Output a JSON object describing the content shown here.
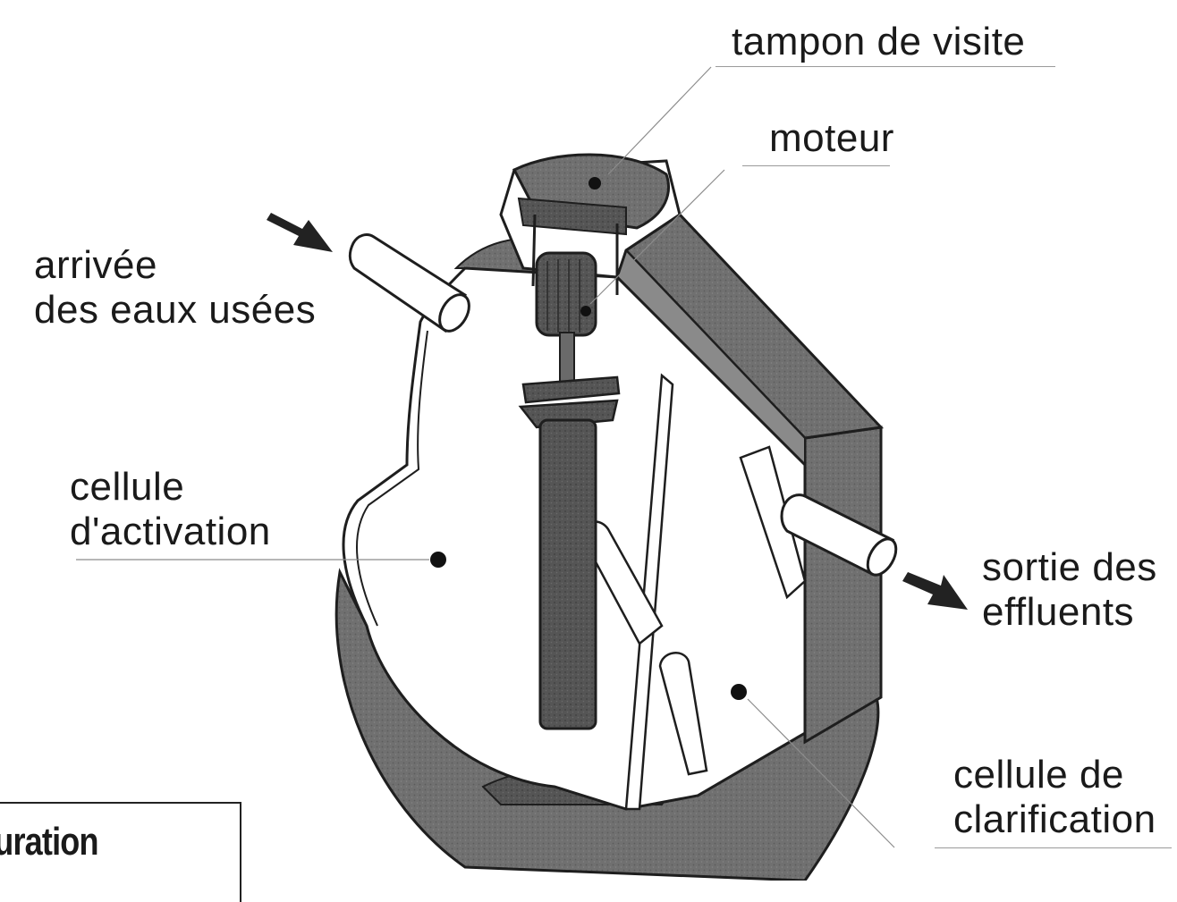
{
  "labels": {
    "tampon": "tampon de visite",
    "moteur": "moteur",
    "arrivee_1": "arrivée",
    "arrivee_2": "des eaux usées",
    "activation_1": "cellule",
    "activation_2": "d'activation",
    "sortie_1": "sortie des",
    "sortie_2": "effluents",
    "clarification_1": "cellule de",
    "clarification_2": "clarification"
  },
  "caption": "puration",
  "colors": {
    "shade": "#6f6f6f",
    "dark": "#4a4a4a",
    "outline": "#1e1e1e",
    "light": "#ffffff"
  }
}
